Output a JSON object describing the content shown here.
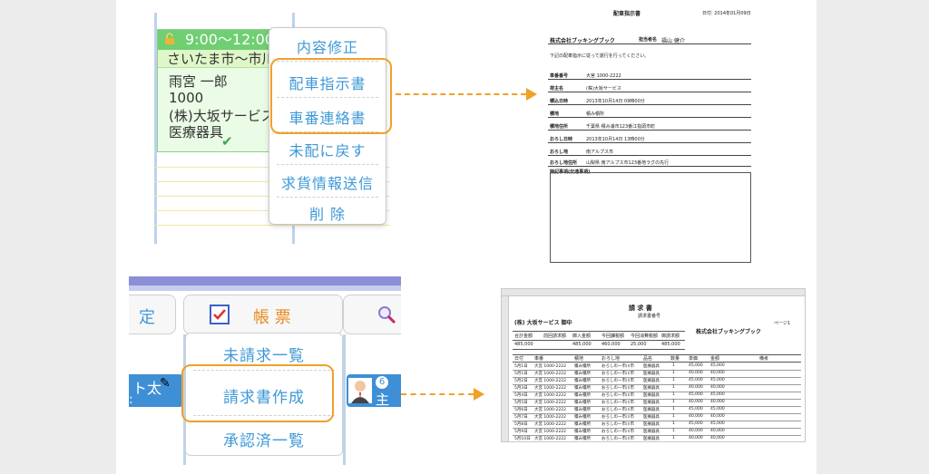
{
  "colors": {
    "accent_orange": "#f0a028",
    "menu_blue": "#3e98d6",
    "event_green": "#6fcf72",
    "bar_purple": "#8a8fd8"
  },
  "scheduler": {
    "event": {
      "time": "9:00〜12:00",
      "route": "さいたま市〜市川市",
      "person": "雨宮 一郎",
      "code": "1000",
      "company": "(株)大坂サービス",
      "cargo": "医療器具"
    },
    "context_menu": {
      "items": [
        "内容修正",
        "配車指示書",
        "車番連絡書",
        "未配に戻す",
        "求貨情報送信",
        "削 除"
      ]
    }
  },
  "dispatch_doc": {
    "title": "配車指示書",
    "date": "日付: 2014年01月09日",
    "company": "株式会社ブッキングブック",
    "recipient_label": "担当者名",
    "recipient": "福山 健介",
    "intro": "下記の配車指示に従って運行を行ってください。",
    "rows": [
      {
        "label": "車番番号",
        "value": "大宮 1000-2222"
      },
      {
        "label": "荷主名",
        "value": "(株)大坂サービス"
      },
      {
        "label": "積込日時",
        "value": "2013年10月14日 09時00分"
      },
      {
        "label": "積地",
        "value": "積み積所"
      },
      {
        "label": "積地住所",
        "value": "千葉県 積み浦市123番江指頭市町"
      },
      {
        "label": "おろし日時",
        "value": "2013年10月14日 13時00分"
      },
      {
        "label": "おろし地",
        "value": "南アルプス市"
      },
      {
        "label": "おろし地住所",
        "value": "山梨県 南アルプス市123番地ラグの先行"
      }
    ],
    "notes_label": "特記事項(伝達事項)"
  },
  "report_menu": {
    "left_tab_fragment": "定",
    "tab_label": "帳 票",
    "items": [
      "未請求一覧",
      "請求書作成",
      "承認済一覧"
    ],
    "row_text_left": "ト太",
    "row_text_left2": ":",
    "row_badge": "6",
    "row_text_right": "主"
  },
  "invoice": {
    "title": "請 求 書",
    "subtitle": "請求書番号",
    "customer": "(株) 大坂サービス 御中",
    "issuer": "株式会社ブッキングブック",
    "page": "ページ1",
    "summary_headers": [
      "合計金額",
      "前回請求額",
      "御入金額",
      "今回課税額",
      "今回消費税額",
      "御請求額"
    ],
    "summary_values": [
      "485,000",
      "",
      "485,000",
      "460,000",
      "25,000",
      "485,000"
    ],
    "table_headers": [
      "日付",
      "車番",
      "積地",
      "おろし地",
      "品名",
      "数量",
      "単価",
      "金額",
      "備考"
    ],
    "rows": [
      [
        "5月1日",
        "大宮 1000-2222",
        "積み積所",
        "おろしの一市川市",
        "医療器具",
        "1",
        "45,000",
        "45,000"
      ],
      [
        "5月1日",
        "大宮 1000-2222",
        "積み積所",
        "おろしの一市川市",
        "医療器具",
        "1",
        "40,000",
        "40,000"
      ],
      [
        "5月2日",
        "大宮 1000-2222",
        "積み積所",
        "おろしの一市川市",
        "医療器具",
        "1",
        "45,000",
        "45,000"
      ],
      [
        "5月3日",
        "大宮 1000-2222",
        "積み積所",
        "おろしの一市川市",
        "医療器具",
        "1",
        "40,000",
        "40,000"
      ],
      [
        "5月4日",
        "大宮 1000-2222",
        "積み積所",
        "おろしの一市川市",
        "医療器具",
        "1",
        "45,000",
        "45,000"
      ],
      [
        "5月5日",
        "大宮 1000-2222",
        "積み積所",
        "おろしの一市川市",
        "医療器具",
        "1",
        "40,000",
        "40,000"
      ],
      [
        "5月6日",
        "大宮 1000-2222",
        "積み積所",
        "おろしの一市川市",
        "医療器具",
        "1",
        "45,000",
        "45,000"
      ],
      [
        "5月7日",
        "大宮 1000-2222",
        "積み積所",
        "おろしの一市川市",
        "医療器具",
        "1",
        "40,000",
        "40,000"
      ],
      [
        "5月8日",
        "大宮 1000-2222",
        "積み積所",
        "おろしの一市川市",
        "医療器具",
        "1",
        "45,000",
        "45,000"
      ],
      [
        "5月9日",
        "大宮 1000-2222",
        "積み積所",
        "おろしの一市川市",
        "医療器具",
        "1",
        "40,000",
        "40,000"
      ],
      [
        "5月10日",
        "大宮 1000-2222",
        "積み積所",
        "おろしの一市川市",
        "医療器具",
        "1",
        "40,000",
        "40,000"
      ]
    ]
  }
}
